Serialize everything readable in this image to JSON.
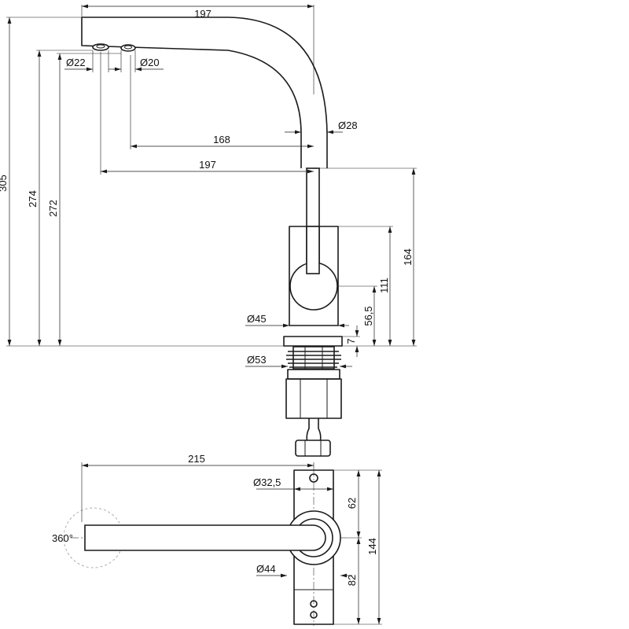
{
  "colors": {
    "line": "#1a1a1a",
    "background": "#ffffff",
    "phantom": "#9a9a9a"
  },
  "side_view": {
    "dimensions": {
      "spout_length_top": "197",
      "outlet_diameter_1": "Ø22",
      "outlet_diameter_2": "Ø20",
      "body_diameter": "Ø28",
      "reach_inner": "168",
      "reach_outer": "197",
      "total_height": "305",
      "outlet_height_1": "274",
      "outlet_height_2": "272",
      "body_height": "164",
      "lever_axis_height": "111",
      "lever_pivot_height": "56,5",
      "flange_thickness": "7",
      "base_diameter": "Ø45",
      "mount_diameter": "Ø53"
    }
  },
  "top_view": {
    "dimensions": {
      "swivel_angle": "360°",
      "spout_reach": "215",
      "body_diameter": "Ø32,5",
      "base_diameter": "Ø44",
      "offset_upper": "62",
      "offset_lower": "82",
      "total_depth": "144"
    }
  }
}
